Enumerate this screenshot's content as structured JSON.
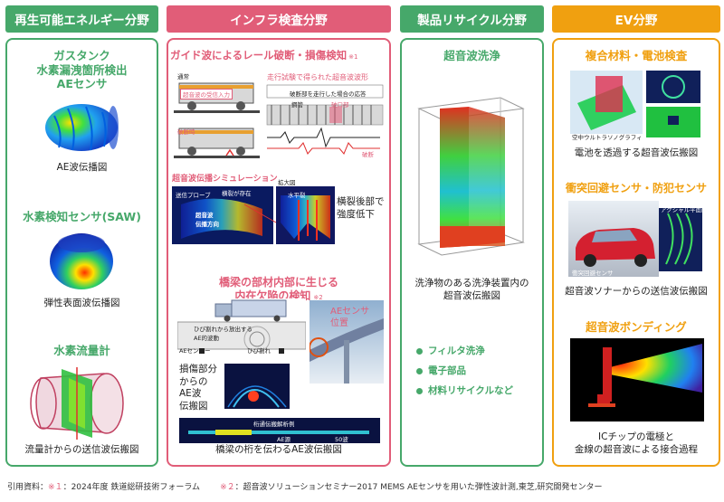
{
  "headers": {
    "renewable": "再生可能エネルギー分野",
    "infra": "インフラ検査分野",
    "recycle": "製品リサイクル分野",
    "ev": "EV分野"
  },
  "colors": {
    "green": "#46a86a",
    "pink": "#e15d78",
    "orange": "#f0a010"
  },
  "renewable": {
    "item1_title": "ガスタンク\n水素漏洩箇所検出\nAEセンサ",
    "item1_caption": "AE波伝播図",
    "item2_title": "水素検知センサ(SAW)",
    "item2_caption": "弾性表面波伝播図",
    "item3_title": "水素流量計",
    "item3_caption": "流量計からの送信波伝搬図"
  },
  "infra": {
    "rail_title": "ガイド波によるレール破断・損傷検知",
    "rail_note": "※1",
    "rail_label_normal": "通常",
    "rail_label_broken": "破断時",
    "rail_label_received": "超音波の受信入力",
    "rail_label_trial": "走行試験で得られた超音波波形",
    "rail_label_passing": "破断部を走行した場合の応答",
    "rail_label_rail": "鋼管",
    "rail_label_break": "破口部",
    "rail_label_disconnect": "破断",
    "sim_title": "超音波伝播シミュレーション",
    "sim_label_probe": "送信プローブ",
    "sim_label_crack": "横裂が存在",
    "sim_label_zoom": "拡大図",
    "sim_label_wave": "水平裂",
    "sim_label_prop": "超音波\n伝播方向",
    "sim_caption": "横裂後部で\n強度低下",
    "bridge_title": "橋梁の部材内部に生じる\n内在欠陥の検知",
    "bridge_note": "※2",
    "bridge_label_src": "ひび割れから放出する\nAE的波動",
    "bridge_label_ae": "AEセンサー",
    "bridge_label_crack": "ひび割れ",
    "bridge_label_sensor": "AEセンサ\n位置",
    "bridge_damage_caption": "損傷部分\nからの\nAE波\n伝搬図",
    "bridge_strip_label": "桁通伝搬解析例",
    "bridge_strip_left": "AE源",
    "bridge_strip_right": "50波",
    "bridge_caption": "橋梁の桁を伝わるAE波伝搬図"
  },
  "recycle": {
    "title": "超音波洗浄",
    "caption": "洗浄物のある洗浄装置内の\n超音波伝搬図",
    "bullets": [
      "フィルタ洗浄",
      "電子部品",
      "材料リサイクルなど"
    ]
  },
  "ev": {
    "item1_title": "複合材料・電池検査",
    "item1_caption": "電池を透過する超音波伝搬図",
    "item1_label": "空中ウルトラソノグラフィ",
    "item2_title": "衝突回避センサ・防犯センサ",
    "item2_caption": "超音波ソナーからの送信波伝搬図",
    "item2_label": "衝突回避センサ",
    "item2_label2": "アクシャル平面図",
    "item3_title": "超音波ボンディング",
    "item3_caption": "ICチップの電極と\n金線の超音波による接合過程"
  },
  "footer": {
    "prefix": "引用資料：",
    "ref1_mark": "※１",
    "ref1_text": "：2024年度 鉄道総研技術フォーラム",
    "ref2_mark": "※２",
    "ref2_text": "：超音波ソリューションセミナー2017 MEMS AEセンサを用いた弾性波計測,東芝,研究開発センター"
  }
}
